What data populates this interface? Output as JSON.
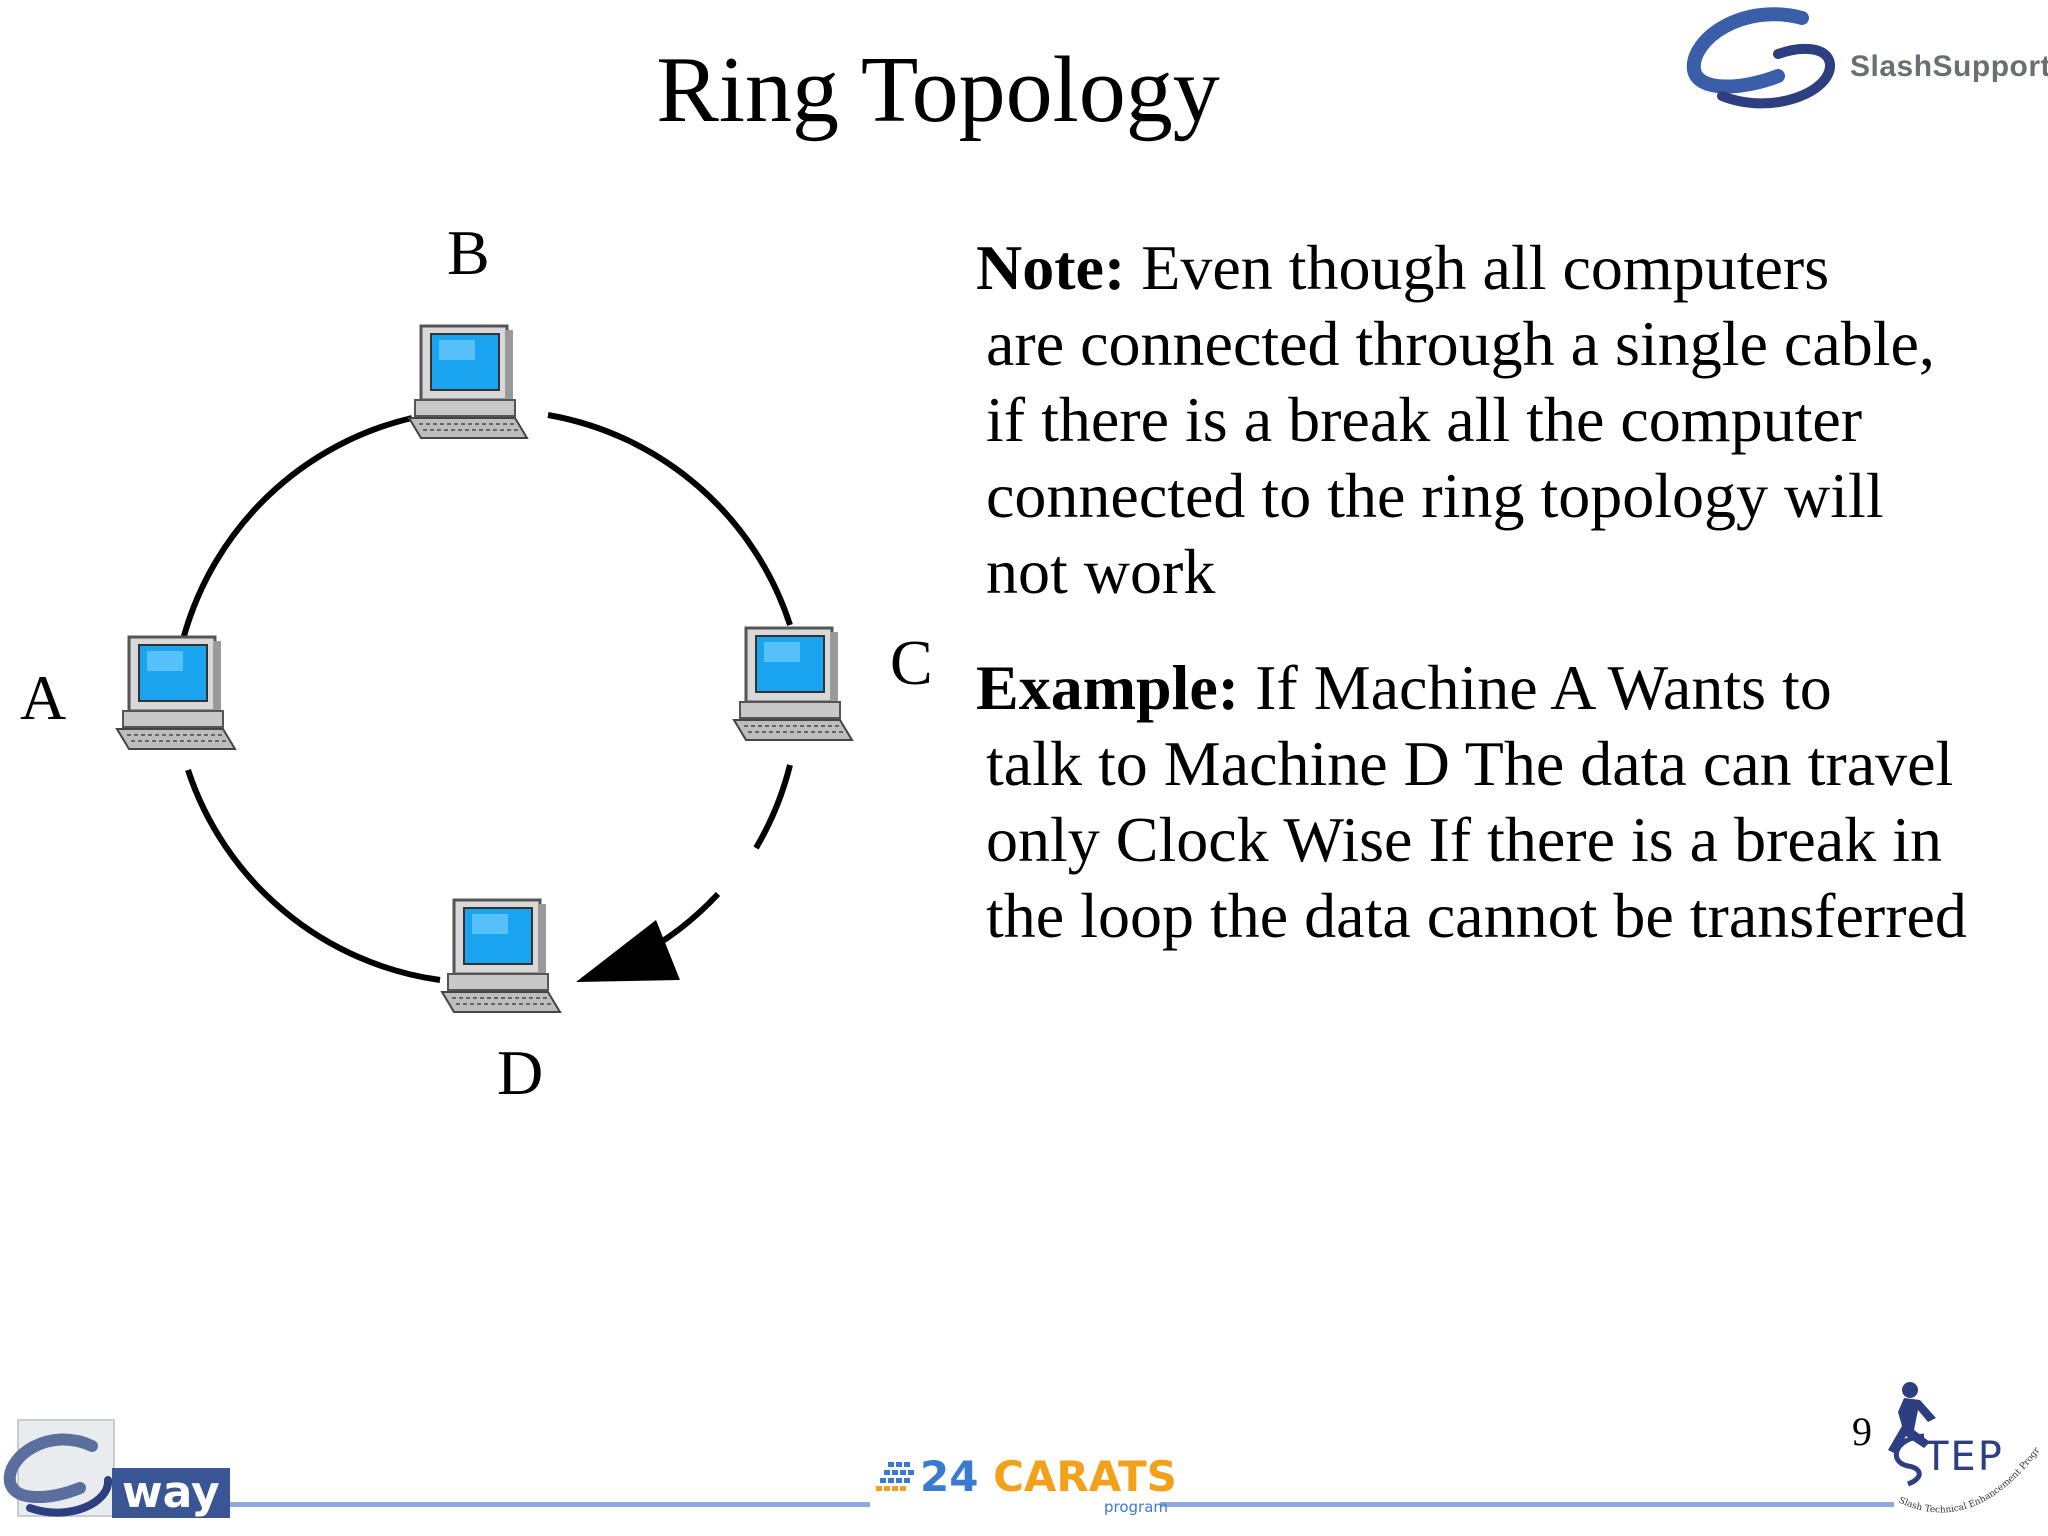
{
  "slide": {
    "title": "Ring Topology",
    "page_number": "9"
  },
  "logos": {
    "top_right": "SlashSupport",
    "footer_left": "way",
    "footer_center_main": "24 CARATS",
    "footer_center_number": "24",
    "footer_center_word": "CARATS",
    "footer_center_sub": "program",
    "footer_right": "TEP",
    "footer_right_caption": "Slash Technical Enhancement Program"
  },
  "diagram": {
    "nodes": [
      {
        "id": "B",
        "label": "B"
      },
      {
        "id": "A",
        "label": "A"
      },
      {
        "id": "C",
        "label": "C"
      },
      {
        "id": "D",
        "label": "D"
      }
    ],
    "icon": "desktop-computer-icon",
    "arrow_direction": "clockwise",
    "colors": {
      "ring": "#000000",
      "monitor_screen": "#1aa3ee",
      "monitor_body": "#d8d8d8"
    }
  },
  "note": {
    "label": "Note:",
    "first_line": " Even though all computers",
    "rest": "are connected through a single cable, if there is a break all the computer connected to the ring topology will not work"
  },
  "example": {
    "label": "Example:",
    "first_line": " If Machine A Wants to",
    "rest": "talk to Machine D The data can travel only Clock Wise If there is a break in the loop the data cannot be transferred"
  },
  "colors": {
    "footer_line": "#8fa9dd",
    "carats_blue": "#3b7ad1",
    "carats_orange": "#f3a11b",
    "way_blue": "#3a5593"
  }
}
